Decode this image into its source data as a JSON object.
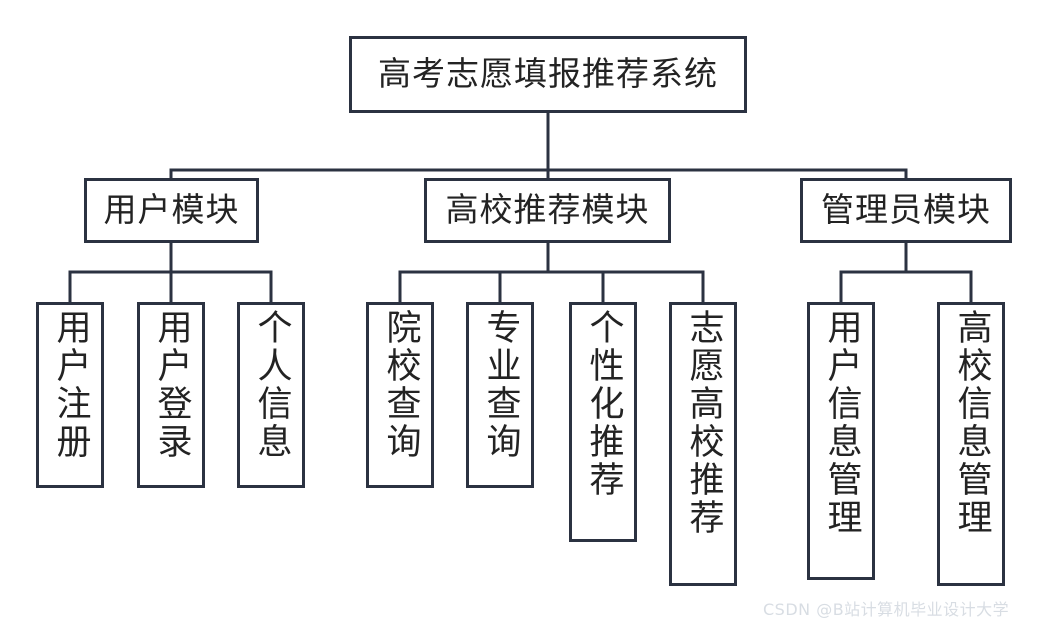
{
  "diagram": {
    "type": "tree",
    "orientation": "top-down",
    "root": {
      "id": "root",
      "label": "高考志愿填报推荐系统",
      "text_direction": "horizontal"
    },
    "modules": [
      {
        "id": "user-module",
        "label": "用户模块",
        "text_direction": "horizontal",
        "children": [
          {
            "id": "user-register",
            "label": "用户注册",
            "text_direction": "vertical"
          },
          {
            "id": "user-login",
            "label": "用户登录",
            "text_direction": "vertical"
          },
          {
            "id": "personal-info",
            "label": "个人信息",
            "text_direction": "vertical"
          }
        ]
      },
      {
        "id": "college-recommend-module",
        "label": "高校推荐模块",
        "text_direction": "horizontal",
        "children": [
          {
            "id": "college-search",
            "label": "院校查询",
            "text_direction": "vertical"
          },
          {
            "id": "major-search",
            "label": "专业查询",
            "text_direction": "vertical"
          },
          {
            "id": "personalized-recommend",
            "label": "个性化推荐",
            "text_direction": "vertical"
          },
          {
            "id": "volunteer-college-recommend",
            "label": "志愿高校推荐",
            "text_direction": "vertical"
          }
        ]
      },
      {
        "id": "admin-module",
        "label": "管理员模块",
        "text_direction": "horizontal",
        "children": [
          {
            "id": "user-info-management",
            "label": "用户信息管理",
            "text_direction": "vertical"
          },
          {
            "id": "college-info-management",
            "label": "高校信息管理",
            "text_direction": "vertical"
          }
        ]
      }
    ]
  },
  "watermark": {
    "text": "CSDN @B站计算机毕业设计大学"
  },
  "colors": {
    "border": "#2b3241",
    "text": "#232323",
    "background": "#ffffff",
    "watermark": "#d8dde3"
  }
}
